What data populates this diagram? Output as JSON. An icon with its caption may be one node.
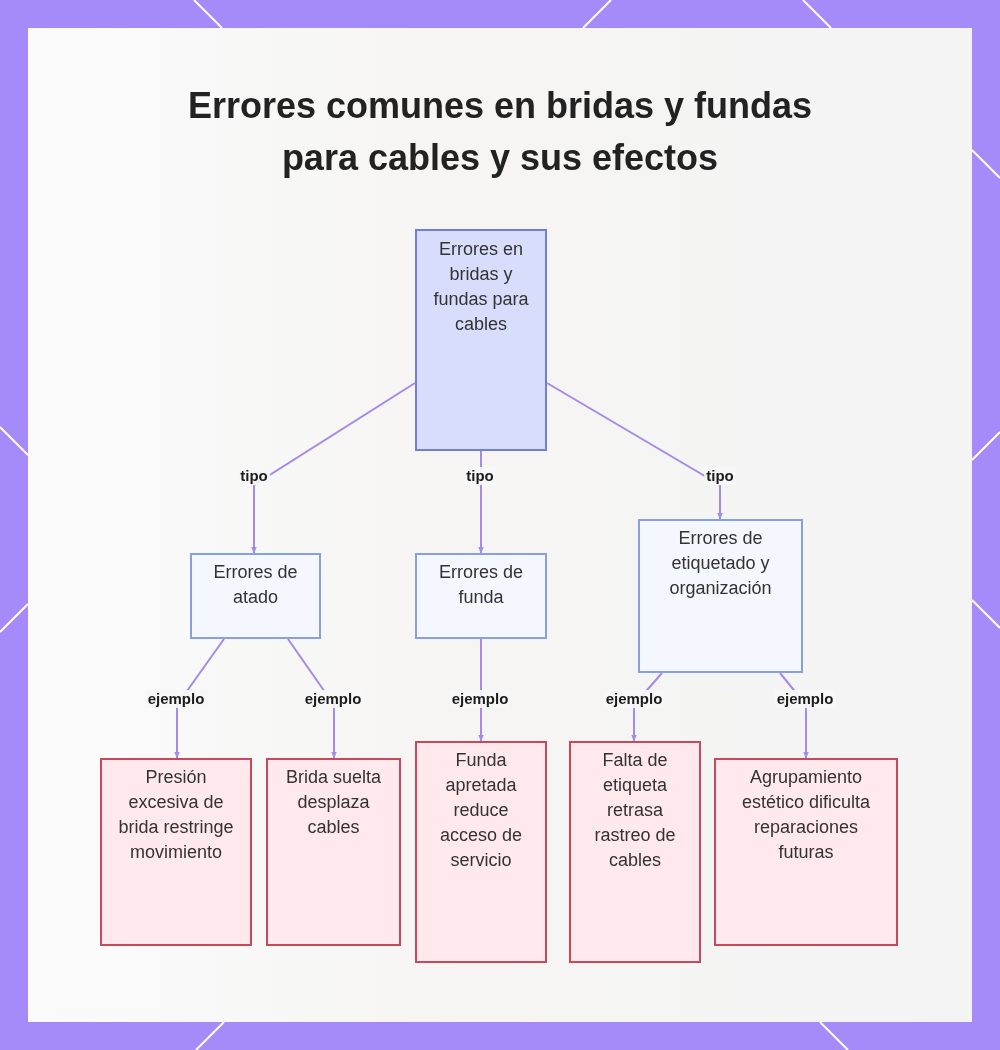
{
  "diagram": {
    "title": "Errores comunes en bridas y fundas para cables y sus efectos",
    "nodes": [
      {
        "text": [
          "Errores en bridas y fundas para cables"
        ]
      },
      {
        "text": [
          "Errores de atado"
        ]
      },
      {
        "text": [
          "Errores de funda"
        ]
      },
      {
        "text": [
          "Errores de etiquetado y organización"
        ]
      },
      {
        "text": [
          "Presión excesiva de brida restringe movimiento"
        ]
      },
      {
        "text": [
          "Brida suelta desplaza cables"
        ]
      },
      {
        "text": [
          "Funda apretada reduce acceso de servicio"
        ]
      },
      {
        "text": [
          "Falta de etiqueta retrasa rastreo de cables"
        ]
      },
      {
        "text": [
          "Agrupamiento estético dificulta reparaciones futuras"
        ]
      }
    ],
    "edges": [
      {
        "from": 0,
        "to": 1,
        "arrow": "to",
        "label": "tipo"
      },
      {
        "from": 0,
        "to": 2,
        "arrow": "to",
        "label": "tipo"
      },
      {
        "from": 0,
        "to": 3,
        "arrow": "to",
        "label": "tipo"
      },
      {
        "from": 1,
        "to": 4,
        "arrow": "to",
        "label": "ejemplo"
      },
      {
        "from": 1,
        "to": 5,
        "arrow": "to",
        "label": "ejemplo"
      },
      {
        "from": 2,
        "to": 6,
        "arrow": "to",
        "label": "ejemplo"
      },
      {
        "from": 3,
        "to": 7,
        "arrow": "to",
        "label": "ejemplo"
      },
      {
        "from": 3,
        "to": 8,
        "arrow": "to",
        "label": "ejemplo"
      }
    ]
  }
}
